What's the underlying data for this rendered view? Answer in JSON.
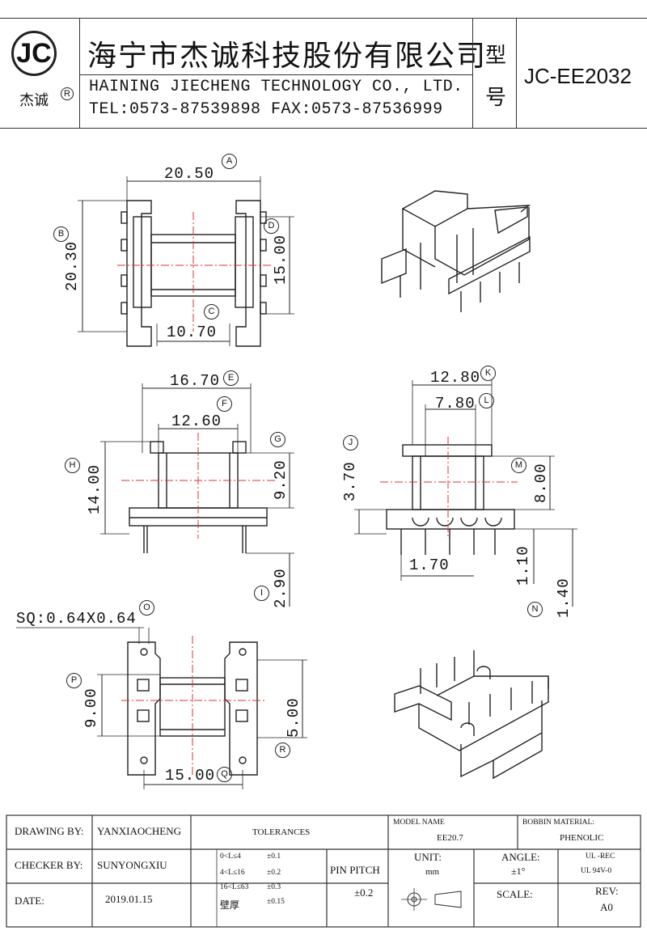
{
  "header": {
    "logo": {
      "mark": "JC",
      "brand": "杰诚",
      "registered": "R"
    },
    "company_cn": "海宁市杰诚科技股份有限公司",
    "company_en": "HAINING JIECHENG TECHNOLOGY CO., LTD.",
    "contact": "TEL:0573-87539898  FAX:0573-87536999",
    "model_label": "型号",
    "model_label_top": "型",
    "model_label_bottom": "号",
    "model_code": "JC-EE2032"
  },
  "drawing": {
    "top_view": {
      "A": "20.50",
      "B": "20.30",
      "C": "10.70",
      "D": "15.00"
    },
    "front_view": {
      "E": "16.70",
      "F": "12.60",
      "G": "",
      "H": "14.00",
      "G_dim": "9.20",
      "I": "2.90"
    },
    "side_view": {
      "K": "12.80",
      "L": "7.80",
      "J": "3.70",
      "M": "8.00",
      "pitch": "1.70",
      "N1": "1.10",
      "N2": "1.40"
    },
    "bottom_view": {
      "sq": "SQ:0.64X0.64",
      "P": "9.00",
      "R": "5.00",
      "Q": "15.00"
    },
    "tags": [
      "A",
      "B",
      "C",
      "D",
      "E",
      "F",
      "G",
      "H",
      "I",
      "J",
      "K",
      "L",
      "M",
      "N",
      "O",
      "P",
      "Q",
      "R"
    ]
  },
  "footer": {
    "drawing_by_label": "DRAWING  BY:",
    "drawing_by": "YANXIAOCHENG",
    "checker_by_label": "CHECKER  BY:",
    "checker_by": "SUNYONGXIU",
    "date_label": "DATE:",
    "date": "2019.01.15",
    "tolerances_label": "TOLERANCES",
    "tolerances": [
      {
        "range": "0<L≤4",
        "value": "±0.1"
      },
      {
        "range": "4<L≤16",
        "value": "±0.2"
      },
      {
        "range": "16<L≤63",
        "value": "±0.3"
      },
      {
        "range": "壁厚",
        "value": "±0.15"
      }
    ],
    "pin_pitch_label": "PIN PITCH",
    "pin_pitch": "±0.2",
    "model_name_label": "MODEL NAME",
    "model_name": "EE20.7",
    "bobbin_material_label": "BOBBIN MATERIAL:",
    "bobbin_material": "PHENOLIC",
    "unit_label": "UNIT:",
    "unit": "mm",
    "angle_label": "ANGLE:",
    "angle": "±1°",
    "ul_rec": "UL -REC",
    "ul_rating": "UL  94V-0",
    "scale_label": "SCALE:",
    "rev_label": "REV:",
    "rev": "A0"
  }
}
